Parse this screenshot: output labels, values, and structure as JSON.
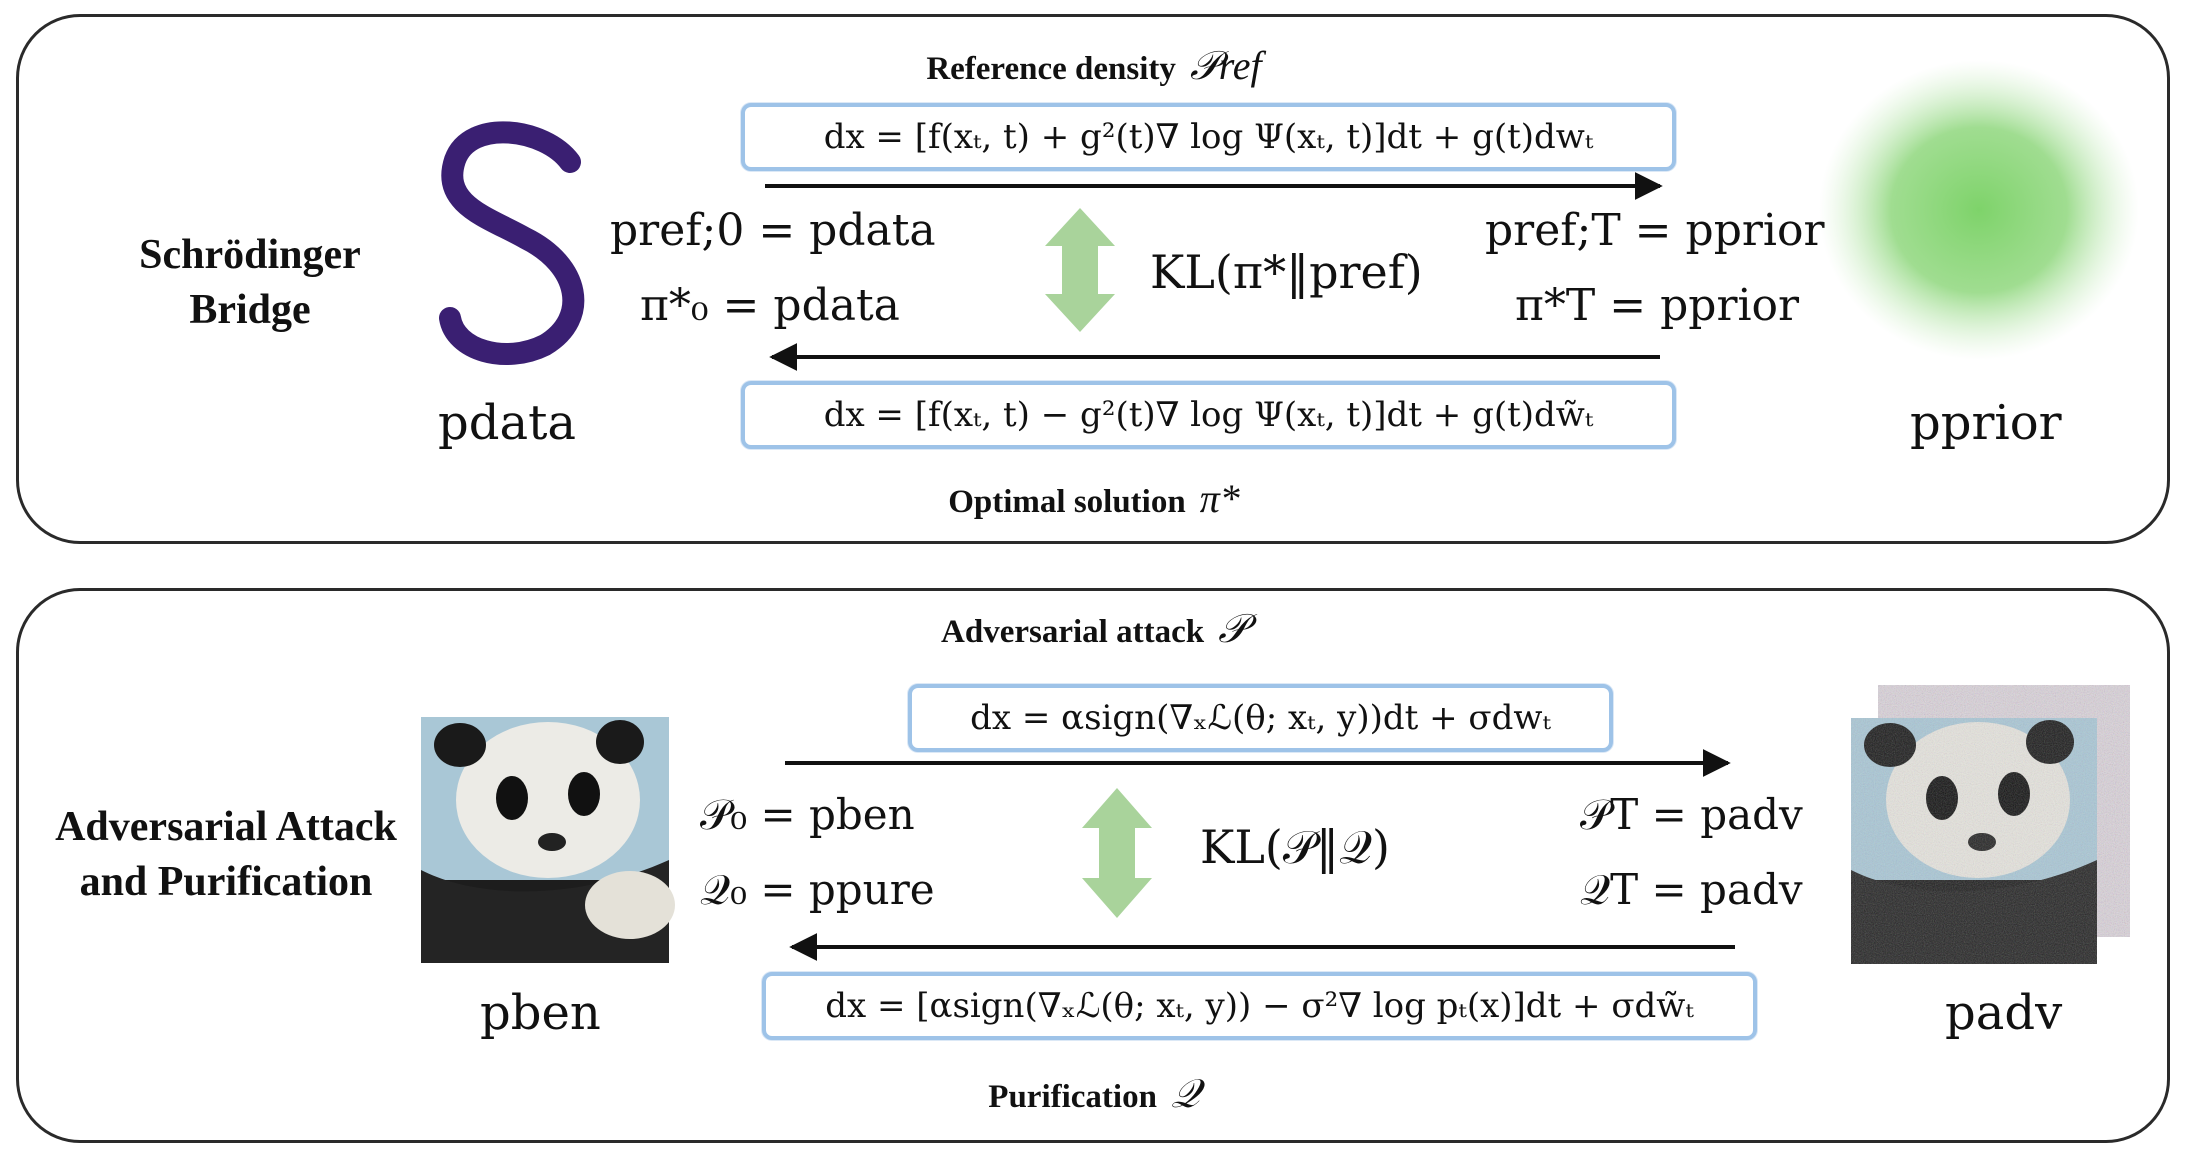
{
  "top": {
    "row_title": "Schrödinger\nBridge",
    "caption_top": "Reference density",
    "caption_top_symbol": "𝒫ref",
    "eq_forward": "dx = [f(xₜ, t) + g²(t)∇ log Ψ(xₜ, t)]dt + g(t)dwₜ",
    "eq_backward": "dx = [f(xₜ, t) − g²(t)∇ log Ψ(xₜ, t)]dt + g(t)dw̃ₜ",
    "left_eq1": "pref;0 = pdata",
    "left_eq2": "π*₀ = pdata",
    "right_eq1": "pref;T = pprior",
    "right_eq2": "π*T = pprior",
    "kl": "KL(π*‖pref)",
    "left_label": "pdata",
    "right_label": "pprior",
    "caption_bottom": "Optimal solution",
    "caption_bottom_symbol": "π*"
  },
  "bottom": {
    "row_title": "Adversarial Attack\nand Purification",
    "caption_top": "Adversarial attack",
    "caption_top_symbol": "𝒫",
    "eq_forward": "dx = αsign(∇ₓℒ(θ; xₜ, y))dt + σdwₜ",
    "eq_backward": "dx = [αsign(∇ₓℒ(θ; xₜ, y)) − σ²∇ log pₜ(x)]dt + σdw̃ₜ",
    "left_eq1": "𝒫₀ = pben",
    "left_eq2": "𝒬₀ = ppure",
    "right_eq1": "𝒫T = padv",
    "right_eq2": "𝒬T = padv",
    "kl": "KL(𝒫‖𝒬)",
    "left_label": "pben",
    "right_label": "padv",
    "caption_bottom": "Purification",
    "caption_bottom_symbol": "𝒬"
  },
  "colors": {
    "box_border": "#9ec3e8",
    "double_arrow": "#a9d39b",
    "s_curve": "#3a1f72",
    "prior_blob": "#7ed36a",
    "panel_border": "#2a2a2a"
  }
}
